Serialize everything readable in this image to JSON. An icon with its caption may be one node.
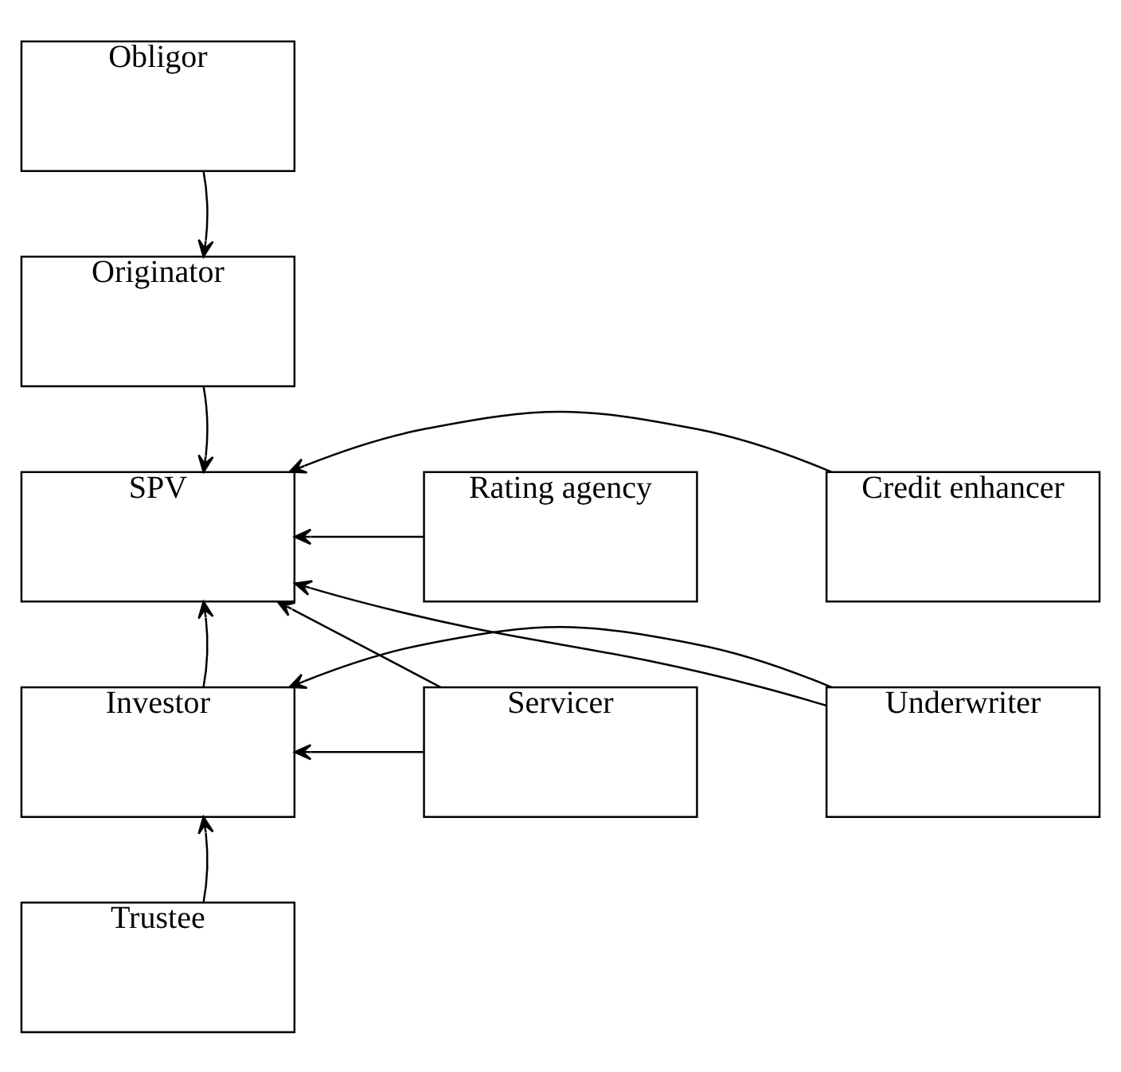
{
  "diagram": {
    "nodes": [
      {
        "text": [
          "Obligor"
        ]
      },
      {
        "text": [
          "Originator"
        ]
      },
      {
        "text": [
          "Rating agency"
        ]
      },
      {
        "text": [
          "Credit enhancer"
        ]
      },
      {
        "text": [
          "SPV"
        ]
      },
      {
        "text": [
          "Servicer"
        ]
      },
      {
        "text": [
          "Underwriter"
        ]
      },
      {
        "text": [
          "Investor"
        ]
      },
      {
        "text": [
          "Trustee"
        ]
      }
    ],
    "edges": [
      {
        "from": 0,
        "to": 1,
        "arrow": "to"
      },
      {
        "from": 1,
        "to": 4,
        "arrow": "to"
      },
      {
        "from": 2,
        "to": 4,
        "arrow": "to"
      },
      {
        "from": 3,
        "to": 4,
        "arrow": "to"
      },
      {
        "from": 5,
        "to": 4,
        "arrow": "to"
      },
      {
        "from": 5,
        "to": 7,
        "arrow": "to"
      },
      {
        "from": 6,
        "to": 4,
        "arrow": "to"
      },
      {
        "from": 6,
        "to": 7,
        "arrow": "to"
      },
      {
        "from": 7,
        "to": 4,
        "arrow": "to"
      },
      {
        "from": 8,
        "to": 7,
        "arrow": "to"
      }
    ]
  }
}
